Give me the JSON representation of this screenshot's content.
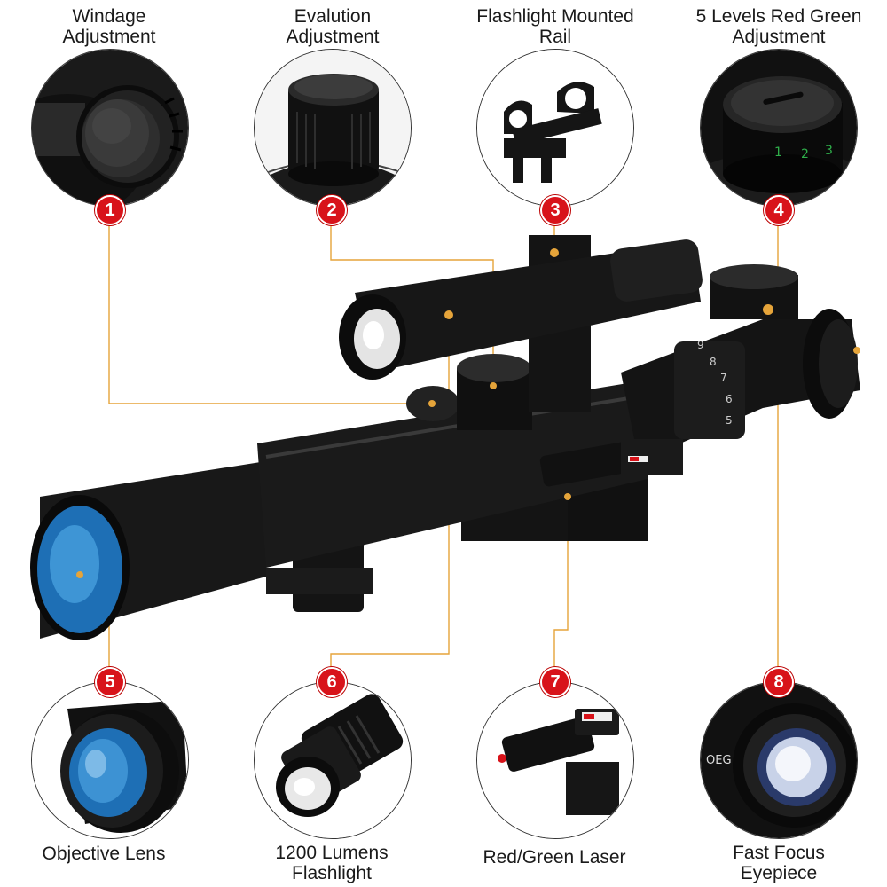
{
  "features": [
    {
      "num": "1",
      "line1": "Windage",
      "line2": "Adjustment"
    },
    {
      "num": "2",
      "line1": "Evalution",
      "line2": "Adjustment"
    },
    {
      "num": "3",
      "line1": "Flashlight Mounted",
      "line2": "Rail"
    },
    {
      "num": "4",
      "line1": "5 Levels Red Green",
      "line2": "Adjustment"
    },
    {
      "num": "5",
      "line1": "Objective  Lens",
      "line2": ""
    },
    {
      "num": "6",
      "line1": "1200 Lumens",
      "line2": "Flashlight"
    },
    {
      "num": "7",
      "line1": "Red/Green Laser",
      "line2": ""
    },
    {
      "num": "8",
      "line1": "Fast Focus",
      "line2": "Eyepiece"
    }
  ],
  "scope_markings": {
    "mag1": "9",
    "mag2": "8",
    "mag3": "7",
    "mag4": "6",
    "mag5": "5",
    "dial1": "1",
    "dial2": "2",
    "dial3": "3",
    "eyepiece": "OEG"
  },
  "colors": {
    "accent": "#d8131a",
    "leader": "#e5a43a",
    "lens": "#1e6fb5"
  }
}
